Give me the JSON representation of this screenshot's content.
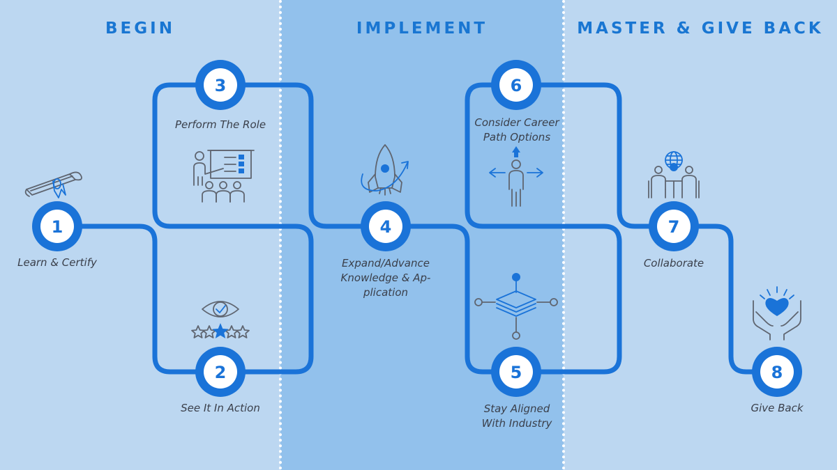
{
  "colors": {
    "band_light": "#bcd7f1",
    "band_mid": "#92c1ec",
    "accent": "#1a73d8",
    "heading": "#1976d2",
    "icon_gray": "#5f6570",
    "white": "#ffffff"
  },
  "phases": [
    {
      "title": "BEGIN"
    },
    {
      "title": "IMPLEMENT"
    },
    {
      "title": "MASTER & GIVE BACK"
    }
  ],
  "steps": [
    {
      "number": "1",
      "lines": [
        "Learn & Certify"
      ],
      "icon": "diploma-icon"
    },
    {
      "number": "2",
      "lines": [
        "See It In Action"
      ],
      "icon": "eye-rating-icon"
    },
    {
      "number": "3",
      "lines": [
        "Perform The Role"
      ],
      "icon": "presentation-icon"
    },
    {
      "number": "4",
      "lines": [
        "Expand/Advance",
        "Knowledge & Ap-",
        "plication"
      ],
      "icon": "rocket-icon"
    },
    {
      "number": "5",
      "lines": [
        "Stay Aligned",
        "With Industry"
      ],
      "icon": "layers-network-icon"
    },
    {
      "number": "6",
      "lines": [
        "Consider Career",
        "Path Options"
      ],
      "icon": "career-path-icon"
    },
    {
      "number": "7",
      "lines": [
        "Collaborate"
      ],
      "icon": "collaboration-globe-icon"
    },
    {
      "number": "8",
      "lines": [
        "Give Back"
      ],
      "icon": "hands-heart-icon"
    }
  ]
}
